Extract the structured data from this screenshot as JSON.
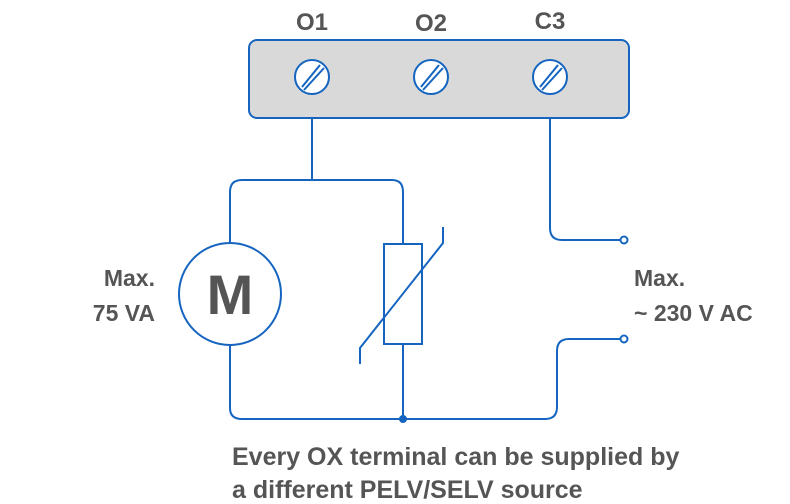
{
  "terminals": [
    {
      "label": "O1"
    },
    {
      "label": "O2"
    },
    {
      "label": "C3"
    }
  ],
  "motor": {
    "symbol": "M",
    "rating_line1": "Max.",
    "rating_line2": "75 VA"
  },
  "supply": {
    "line1": "Max.",
    "line2": "~ 230 V AC"
  },
  "note": {
    "line1": "Every OX terminal can be supplied by",
    "line2": "a different PELV/SELV source"
  },
  "colors": {
    "wire": "#1565c0",
    "terminal_block_fill": "#d9d9d9",
    "label_text": "#555555"
  }
}
